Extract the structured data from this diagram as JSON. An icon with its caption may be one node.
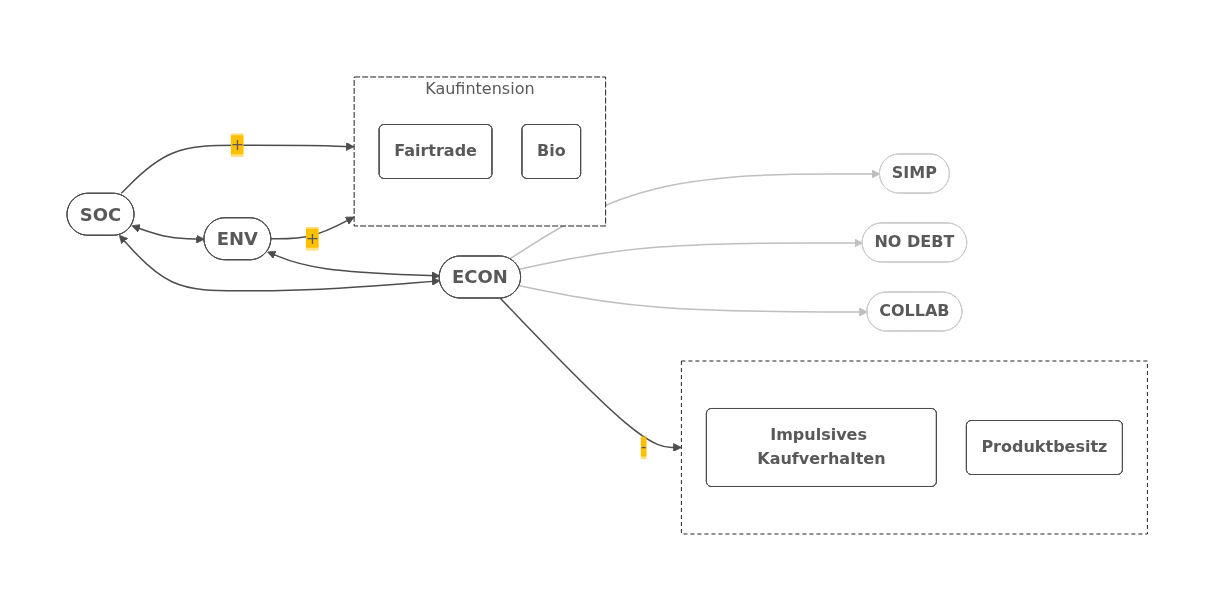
{
  "diagram": {
    "nodes": [
      {
        "text": [
          "SOC"
        ]
      },
      {
        "text": [
          "ENV"
        ]
      },
      {
        "text": [
          "ECON"
        ]
      },
      {
        "text": [
          "SIMP"
        ]
      },
      {
        "text": [
          "NO DEBT"
        ]
      },
      {
        "text": [
          "COLLAB"
        ]
      },
      {
        "text": [
          "Kaufintension"
        ]
      },
      {
        "text": [
          "Fairtrade"
        ],
        "in": 6
      },
      {
        "text": [
          "Bio"
        ],
        "in": 6
      },
      {
        "text": [],
        "shape": "box"
      },
      {
        "text": [
          "Impulsives Kaufverhalten"
        ],
        "in": 9
      },
      {
        "text": [
          "Produktbesitz"
        ],
        "in": 9
      }
    ],
    "edges": [
      {
        "from": 0,
        "to": 6,
        "arrow": "to",
        "label": "+"
      },
      {
        "from": 1,
        "to": 6,
        "arrow": "to",
        "label": "+"
      },
      {
        "from": 2,
        "to": 9,
        "arrow": "to",
        "label": "-"
      },
      {
        "from": 0,
        "to": 1,
        "arrow": "both"
      },
      {
        "from": 1,
        "to": 2,
        "arrow": "both"
      },
      {
        "from": 0,
        "to": 2,
        "arrow": "both"
      },
      {
        "from": 2,
        "to": 3,
        "arrow": "to",
        "color": "#bfbfbf"
      },
      {
        "from": 2,
        "to": 4,
        "arrow": "to",
        "color": "#bfbfbf"
      },
      {
        "from": 2,
        "to": 5,
        "arrow": "to",
        "color": "#bfbfbf"
      }
    ]
  }
}
